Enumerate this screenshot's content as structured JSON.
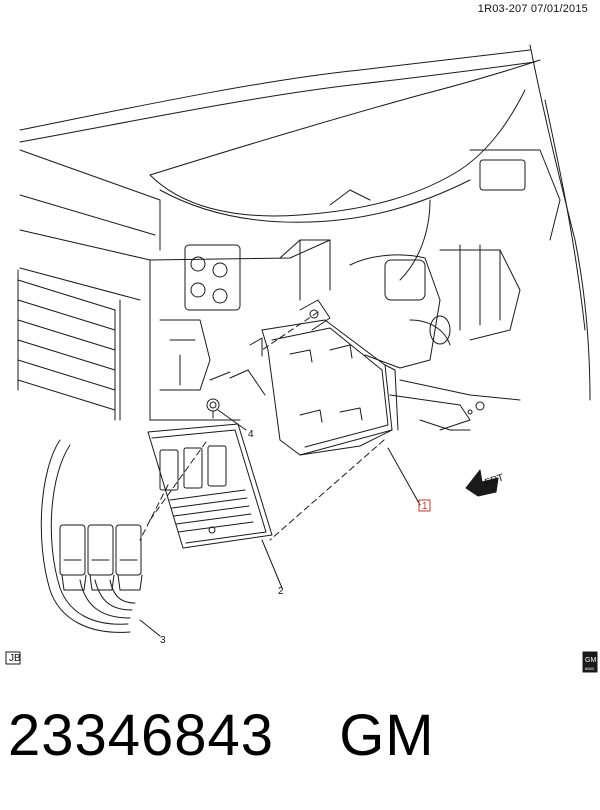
{
  "header": {
    "doc_code": "1R03-207  07/01/2015"
  },
  "callouts": {
    "c1": "1",
    "c2": "2",
    "c3": "3",
    "c4": "4"
  },
  "direction": {
    "label": "FRT"
  },
  "corner_badge": {
    "left": "JB",
    "right_top": "GM",
    "right_bottom": "6663"
  },
  "footer": {
    "part_number": "23346843",
    "brand": "GM"
  },
  "colors": {
    "line": "#1a1a1a",
    "callout_box": "#c0392b"
  }
}
